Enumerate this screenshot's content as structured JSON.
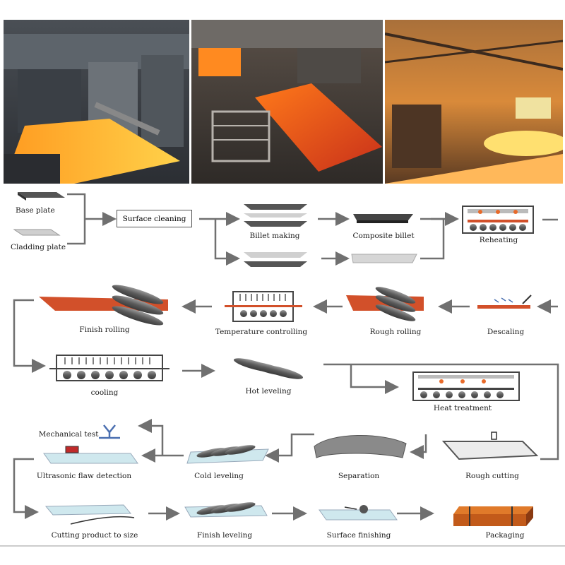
{
  "photos": [
    {
      "name": "rolling-mill-photo"
    },
    {
      "name": "hot-slab-photo"
    },
    {
      "name": "steel-plant-photo"
    }
  ],
  "steps": {
    "base_plate": "Base plate",
    "cladding_plate": "Cladding plate",
    "surface_cleaning": "Surface cleaning",
    "billet_making": "Billet making",
    "composite_billet": "Composite billet",
    "reheating": "Reheating",
    "finish_rolling": "Finish rolling",
    "temperature_controlling": "Temperature controlling",
    "rough_rolling": "Rough rolling",
    "descaling": "Descaling",
    "cooling": "cooling",
    "hot_leveling": "Hot leveling",
    "heat_treatment": "Heat treatment",
    "mechanical_test": "Mechanical test",
    "ultrasonic_flaw_detection": "Ultrasonic flaw detection",
    "cold_leveling": "Cold leveling",
    "separation": "Separation",
    "rough_cutting": "Rough cutting",
    "cutting_product_to_size": "Cutting product to size",
    "finish_leveling": "Finish leveling",
    "surface_finishing": "Surface finishing",
    "packaging": "Packaging"
  },
  "colors": {
    "arrow": "#707070",
    "steel_dark": "#555555",
    "steel_light": "#c8c8c8",
    "hot_plate": "#d2502a",
    "glass_plate": "#cfe8ee",
    "orange_pack": "#e07a2a"
  }
}
